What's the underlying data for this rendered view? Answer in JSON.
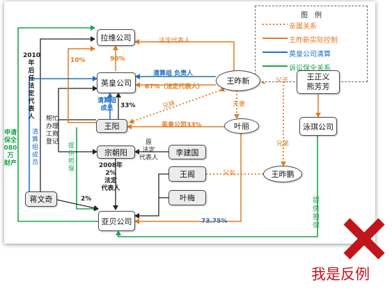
{
  "colors": {
    "orange": "#e07a1f",
    "blue": "#1e6fc0",
    "green": "#1aa34a",
    "black": "#222222",
    "red_x": "#c0151b"
  },
  "legend": {
    "title": "图　例",
    "items": [
      {
        "label": "亲属关系",
        "style": "dotted",
        "color": "#e07a1f"
      },
      {
        "label": "王昨新实际控制",
        "style": "solid",
        "color": "#e07a1f"
      },
      {
        "label": "英皇公司清算",
        "style": "solid",
        "color": "#1e6fc0"
      },
      {
        "label": "诉讼保全关系",
        "style": "solid",
        "color": "#1aa34a"
      }
    ]
  },
  "nodes": {
    "lawei": "拉维公司",
    "yinghuang": "英皇公司",
    "wangyang": "王阳",
    "zongshuoyang": "宗朝阳",
    "lijianguo": "李建国",
    "wangge": "王阁",
    "yemei": "叶梅",
    "jiangwenqi": "蒋文奇",
    "yabei": "亚贝公司",
    "wangzuoxin": "王昨新",
    "yeli": "叶丽",
    "wangzhengyi": "王正义\n熊芳芳",
    "yongqi": "泳琪公司",
    "wangzuopeng": "王昨鹏"
  },
  "edge_labels": {
    "legal_rep_lawei": "法定代表人",
    "pct_10": "10%",
    "pct_90": "90%",
    "liquidation_head": "清算组 负责人",
    "pct_67": "67%（法定代表人）",
    "liquidation_member": "清算组\n成员",
    "pct_33": "33%",
    "siblings_wy": "兄妹",
    "couple": "夫妻",
    "parents_son": "父子",
    "yinghuang_33": "英皇公司33%",
    "help_register": "帮忙\n办理\n工商\n登记",
    "former_legal": "原\n法定\n代表人",
    "legal_2008": "2008年\n2%\n法定\n代表人",
    "father_daughter": "父女",
    "brothers": "兄弟",
    "pct_2": "2%",
    "pct_7375": "73.75%",
    "after_2010": "2010年\n后\n任\n法\n定\n代\n表\n人",
    "liquidation_member_v": "清\n算\n组\n成\n员",
    "guarantee_left": "提\n供\n担\n保",
    "guarantee_right": "提\n供\n担\n保",
    "apply_preserve": "申请\n保全\n080万\n财产"
  },
  "watermark": {
    "label": "我是反例",
    "icon": "red-x-mark-icon"
  }
}
